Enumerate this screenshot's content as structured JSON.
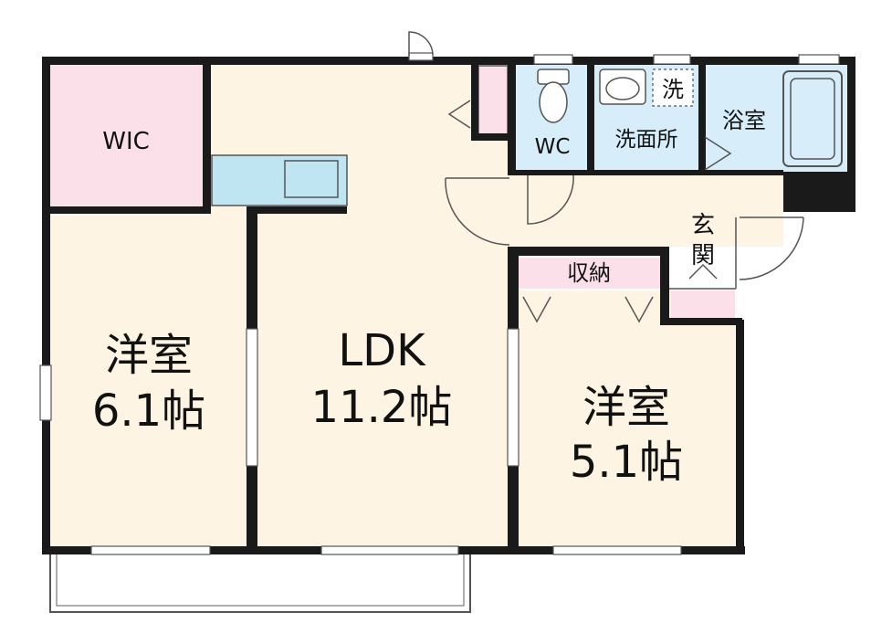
{
  "colors": {
    "room_floor": "#fdf4e3",
    "wic_floor": "#fbe0ea",
    "wet_area": "#d7eefa",
    "kitchen_counter": "#bfe5f3",
    "storage_floor": "#fbe0ea",
    "wall": "#1a1a1a"
  },
  "rooms": {
    "wic": {
      "name": "WIC"
    },
    "western_left": {
      "name": "洋室",
      "size": "6.1帖"
    },
    "ldk": {
      "name": "LDK",
      "size": "11.2帖"
    },
    "western_right": {
      "name": "洋室",
      "size": "5.1帖"
    },
    "wc": {
      "name": "WC"
    },
    "washroom": {
      "name": "洗面所",
      "washer_mark": "洗"
    },
    "bathroom": {
      "name": "浴室"
    },
    "entrance": {
      "name": "玄関"
    },
    "storage": {
      "name": "収納"
    }
  }
}
